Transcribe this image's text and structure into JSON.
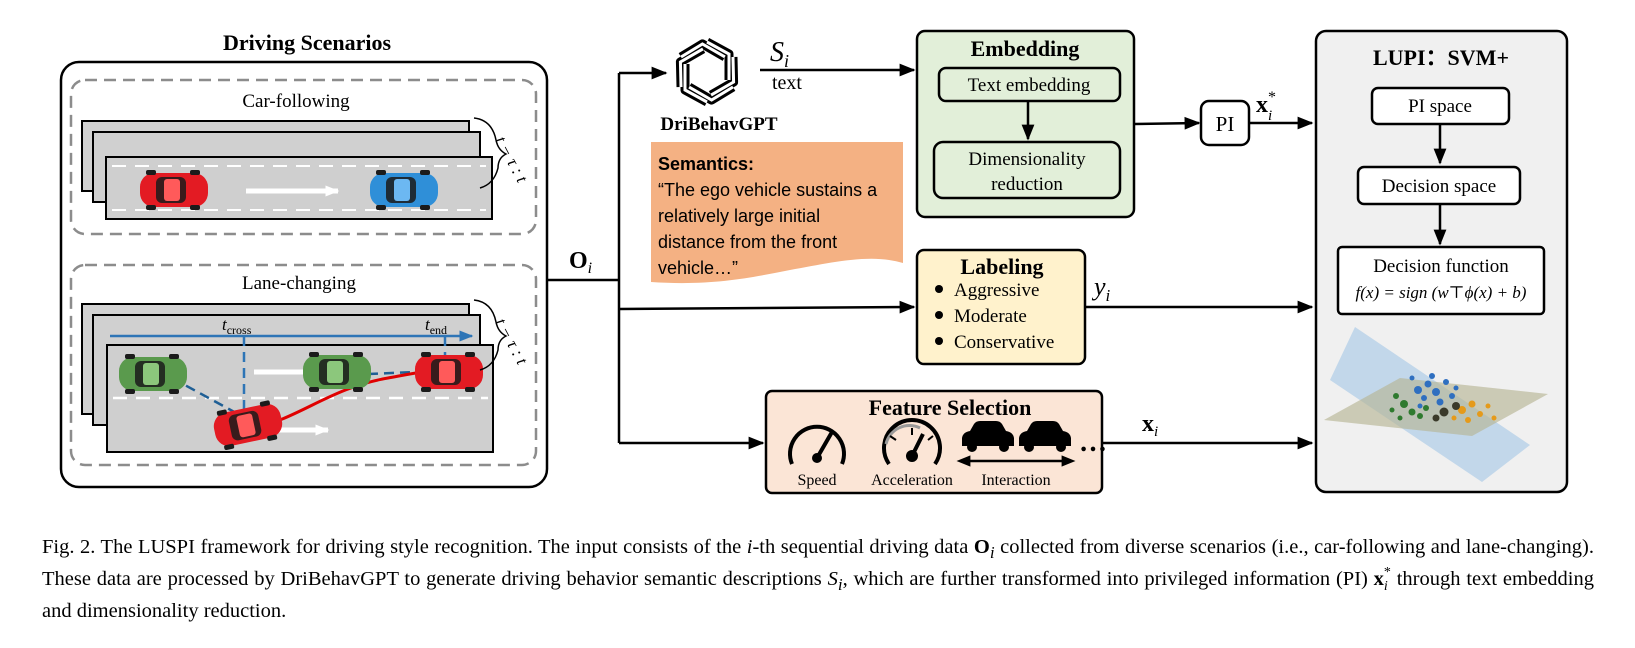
{
  "figure": {
    "driving_scenarios": {
      "title": "Driving Scenarios",
      "car_following": {
        "label": "Car-following",
        "window": "t − τ : t"
      },
      "lane_changing": {
        "label": "Lane-changing",
        "window": "t − τ : t",
        "t_cross": "t",
        "t_cross_sub": "cross",
        "t_end": "t",
        "t_end_sub": "end"
      }
    },
    "input_symbol": {
      "base": "O",
      "sub": "i"
    },
    "dribehavgpt": {
      "name": "DriBehavGPT",
      "output_base": "S",
      "output_sub": "i",
      "output_type": "text"
    },
    "semantics": {
      "heading": "Semantics:",
      "lines": [
        "“The ego vehicle sustains a",
        "relatively  large initial",
        "distance from the front",
        "vehicle…”"
      ]
    },
    "embedding": {
      "title": "Embedding",
      "step1": "Text embedding",
      "step2_line1": "Dimensionality",
      "step2_line2": "reduction"
    },
    "pi_box": {
      "label": "PI",
      "output_base": "x",
      "output_sub": "i",
      "output_sup": "*"
    },
    "labeling": {
      "title": "Labeling",
      "items": [
        "Aggressive",
        "Moderate",
        "Conservative"
      ],
      "output_base": "y",
      "output_sub": "i"
    },
    "feature_selection": {
      "title": "Feature Selection",
      "speed": "Speed",
      "acceleration": "Acceleration",
      "interaction": "Interaction",
      "more": "…",
      "output_base": "x",
      "output_sub": "i"
    },
    "lupi": {
      "title": "LUPI：SVM+",
      "pi_space": "PI space",
      "decision_space": "Decision space",
      "decision_function": "Decision function",
      "formula": "f(x) = sign (w⊤ϕ(x) + b)"
    },
    "colors": {
      "embedding_fill": "#e2efd9",
      "labeling_fill": "#fff2cc",
      "feature_fill": "#fbe5d6",
      "semantics_fill": "#f4b183",
      "lupi_fill": "#f0f0f0",
      "lane_blue": "#2e75b6",
      "trajectory_red": "#e00000"
    },
    "icons": [
      "openai-logo-icon",
      "speedometer-icon",
      "acceleration-gauge-icon",
      "two-cars-icon",
      "red-car-icon",
      "blue-car-icon",
      "green-car-icon",
      "scatter-hyperplane-icon"
    ]
  },
  "caption": {
    "p1": "Fig. 2.  The LUSPI framework for driving style recognition. The input consists of the ",
    "i1": "i",
    "p2": "-th sequential driving data ",
    "o_sym": "O",
    "o_sub": "i",
    "p3": " collected from diverse scenarios (i.e., car-following and lane-changing). These data are processed by DriBehavGPT to generate driving behavior semantic descriptions ",
    "s_sym": "S",
    "s_sub": "i",
    "p4": ", which are further transformed into privileged information (PI) ",
    "x_sym": "x",
    "x_sup": "*",
    "x_sub": "i",
    "p5": " through text embedding and dimensionality reduction."
  }
}
